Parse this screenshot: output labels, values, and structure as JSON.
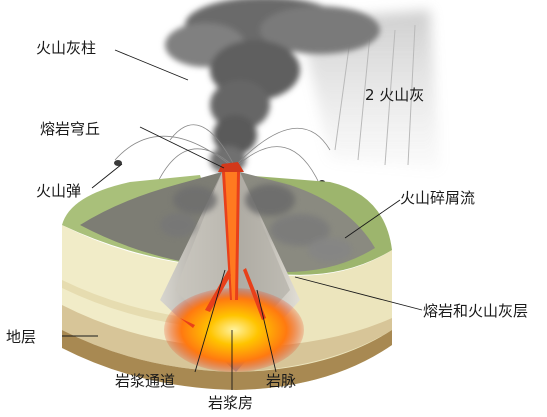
{
  "labels": {
    "ash_column": "火山灰柱",
    "lava_dome": "熔岩穹丘",
    "volcanic_bomb": "火山弹",
    "ash_fall": "2 火山灰",
    "pyroclastic_flow": "火山碎屑流",
    "lava_ash_layers": "熔岩和火山灰层",
    "strata": "地层",
    "conduit": "岩浆通道",
    "magma_chamber": "岩浆房",
    "dike": "岩脉"
  },
  "colors": {
    "ash": "#6f6f6f",
    "lava": "#e8401a",
    "magma_glow": "#ffb000",
    "grass": "#a9c07a",
    "strata_light": "#f1ecc8",
    "strata_tan": "#d7c598",
    "strata_brown": "#a88952"
  }
}
